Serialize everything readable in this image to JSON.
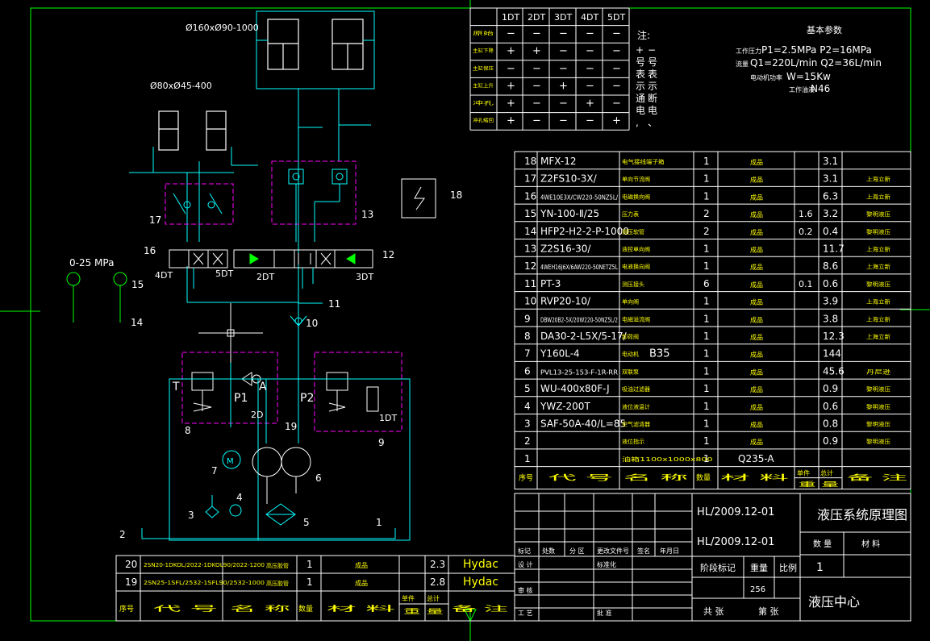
{
  "colors": {
    "frame": "#00ff00",
    "text": "#ffffff",
    "yellow": "#ffff00",
    "cyan": "#00ffff",
    "magenta": "#ff00ff",
    "background": "#000000"
  },
  "diagram": {
    "cyl_big_label": "Ø160xØ90-1000",
    "cyl_small_label": "Ø80xØ45-400",
    "pressure_range": "0-25 MPa",
    "p1": "P1",
    "p2": "P2",
    "a": "A",
    "t": "T",
    "callouts": {
      "n1": "1",
      "n2": "2",
      "n3": "3",
      "n4": "4",
      "n5": "5",
      "n6": "6",
      "n7": "7",
      "n8": "8",
      "n9": "9",
      "n10": "10",
      "n11": "11",
      "n12": "12",
      "n13": "13",
      "n14": "14",
      "n15": "15",
      "n16": "16",
      "n17": "17",
      "n18": "18",
      "n19": "19"
    },
    "solenoids": {
      "s1": "1DT",
      "s2": "2DT",
      "s3": "3DT",
      "s4": "4DT",
      "s5": "5DT",
      "s2d": "2D"
    },
    "motor_symbol": "M"
  },
  "solenoid_table": {
    "headers": [
      "1DT",
      "2DT",
      "3DT",
      "4DT",
      "5DT"
    ],
    "rows": [
      {
        "label": "原始",
        "cells": [
          "−",
          "−",
          "−",
          "−",
          "−"
        ]
      },
      {
        "label": "主缸下降",
        "cells": [
          "+",
          "+",
          "−",
          "−",
          "−"
        ]
      },
      {
        "label": "主缸保压",
        "cells": [
          "−",
          "−",
          "−",
          "−",
          "−"
        ]
      },
      {
        "label": "主缸上升",
        "cells": [
          "+",
          "−",
          "+",
          "−",
          "−"
        ]
      },
      {
        "label": "冲孔",
        "cells": [
          "+",
          "−",
          "−",
          "+",
          "−"
        ]
      },
      {
        "label": "冲孔缩回",
        "cells": [
          "+",
          "−",
          "−",
          "−",
          "+"
        ]
      }
    ],
    "note_title": "注:",
    "note_col1": [
      "+",
      "号",
      "表",
      "示",
      "通",
      "电",
      ","
    ],
    "note_col2": [
      "−",
      "号",
      "表",
      "示",
      "断",
      "电",
      "、"
    ]
  },
  "params": {
    "title": "基本参数",
    "line1_label": "工作压力",
    "line1_value": "P1=2.5MPa    P2=16MPa",
    "line2_label": "流量",
    "line2_value": "Q1=220L/min    Q2=36L/min",
    "line3_label": "电动机功率",
    "line3_value": "W=15Kw",
    "line4_label": "工作油液",
    "line4_value": "N46"
  },
  "bom": {
    "rows": [
      {
        "no": "18",
        "code": "MFX-12",
        "name": "电气接线端子箱",
        "qty": "1",
        "mat": "成品",
        "w1": "",
        "w2": "3.1",
        "note": ""
      },
      {
        "no": "17",
        "code": "Z2FS10-3X/",
        "name": "单向节流阀",
        "qty": "1",
        "mat": "成品",
        "w1": "",
        "w2": "3.1",
        "note": "上海立新"
      },
      {
        "no": "16",
        "code": "4WE10E3X/CW220-50NZ5L/",
        "name": "电磁换向阀",
        "qty": "1",
        "mat": "成品",
        "w1": "",
        "w2": "6.3",
        "note": "上海立新"
      },
      {
        "no": "15",
        "code": "YN-100-Ⅱ/25",
        "name": "压力表",
        "qty": "2",
        "mat": "成品",
        "w1": "1.6",
        "w2": "3.2",
        "note": "黎明液压"
      },
      {
        "no": "14",
        "code": "HFP2-H2-2-P-1000",
        "name": "测压软管",
        "qty": "2",
        "mat": "成品",
        "w1": "0.2",
        "w2": "0.4",
        "note": "黎明液压"
      },
      {
        "no": "13",
        "code": "Z2S16-30/",
        "name": "液控单向阀",
        "qty": "1",
        "mat": "成品",
        "w1": "",
        "w2": "11.7",
        "note": "上海立新"
      },
      {
        "no": "12",
        "code": "4WEH16J6X/6AW220-50NETZ5L",
        "name": "电液换向阀",
        "qty": "1",
        "mat": "成品",
        "w1": "",
        "w2": "8.6",
        "note": "上海立新"
      },
      {
        "no": "11",
        "code": "PT-3",
        "name": "测压接头",
        "qty": "6",
        "mat": "成品",
        "w1": "0.1",
        "w2": "0.6",
        "note": "黎明液压"
      },
      {
        "no": "10",
        "code": "RVP20-10/",
        "name": "单向阀",
        "qty": "1",
        "mat": "成品",
        "w1": "",
        "w2": "3.9",
        "note": "上海立新"
      },
      {
        "no": "9",
        "code": "DBW20B2-5X/20W220-50NZ5L/2",
        "name": "电磁溢流阀",
        "qty": "1",
        "mat": "成品",
        "w1": "",
        "w2": "3.8",
        "note": "上海立新"
      },
      {
        "no": "8",
        "code": "DA30-2-L5X/5-17/",
        "name": "卸荷阀",
        "qty": "1",
        "mat": "成品",
        "w1": "",
        "w2": "12.3",
        "note": "上海立新"
      },
      {
        "no": "7",
        "code": "Y160L-4",
        "name": "电动机",
        "extra": "B35",
        "qty": "1",
        "mat": "成品",
        "w1": "",
        "w2": "144",
        "note": ""
      },
      {
        "no": "6",
        "code": "PVL13-25-153-F-1R-RR",
        "name": "双联泵",
        "qty": "1",
        "mat": "成品",
        "w1": "",
        "w2": "45.6",
        "note": "丹尼逊"
      },
      {
        "no": "5",
        "code": "WU-400x80F-J",
        "name": "吸油过滤器",
        "qty": "1",
        "mat": "成品",
        "w1": "",
        "w2": "0.9",
        "note": "黎明液压"
      },
      {
        "no": "4",
        "code": "YWZ-200T",
        "name": "液位液温计",
        "qty": "1",
        "mat": "成品",
        "w1": "",
        "w2": "0.6",
        "note": "黎明液压"
      },
      {
        "no": "3",
        "code": "SAF-50A-40/L=85",
        "name": "空气滤清器",
        "qty": "1",
        "mat": "成品",
        "w1": "",
        "w2": "0.8",
        "note": "黎明液压"
      },
      {
        "no": "2",
        "code": "",
        "name": "液位指示",
        "qty": "1",
        "mat": "成品",
        "w1": "",
        "w2": "0.9",
        "note": "黎明液压"
      },
      {
        "no": "1",
        "code": "",
        "name": "油箱1100x1000x800",
        "qty": "1",
        "mat": "Q235-A",
        "w1": "",
        "w2": "",
        "note": ""
      }
    ],
    "header": {
      "no": "序号",
      "code": "代    号",
      "name": "名    称",
      "qty": "数量",
      "mat": "材    料",
      "w1": "单件",
      "w2": "总计",
      "wt": "重    量",
      "note": "备    注"
    }
  },
  "bottom_bom": {
    "rows": [
      {
        "no": "20",
        "code": "2SN20-1DKOL/2022-1DKOL90/2022-1200",
        "name": "高压胶管",
        "qty": "1",
        "mat": "成品",
        "w2": "2.3",
        "note": "Hydac"
      },
      {
        "no": "19",
        "code": "2SN25-1SFL/2532-1SFL90/2532-1000",
        "name": "高压胶管",
        "qty": "1",
        "mat": "成品",
        "w2": "2.8",
        "note": "Hydac"
      }
    ],
    "header": {
      "no": "序号",
      "code": "代    号",
      "name": "名    称",
      "qty": "数量",
      "mat": "材    料",
      "w1": "单件",
      "w2": "总计",
      "wt": "重    量",
      "note": "备    注"
    }
  },
  "title_block": {
    "doc_no_1": "HL/2009.12-01",
    "doc_no_2": "HL/2009.12-01",
    "title": "液压系统原理图",
    "qty_label": "数 量",
    "mat_label": "材 料",
    "qty_value": "1",
    "rev_labels": [
      "标记",
      "处数",
      "分 区",
      "更改文件号",
      "签名",
      "年月日"
    ],
    "design": "设 计",
    "standard": "标准化",
    "review": "审 核",
    "craft": "工 艺",
    "approve": "批 准",
    "stage": "阶段标记",
    "weight": "重量",
    "scale": "比例",
    "weight_value": "256",
    "sheets": "共    张",
    "sheet_no": "第    张",
    "company": "液压中心"
  }
}
